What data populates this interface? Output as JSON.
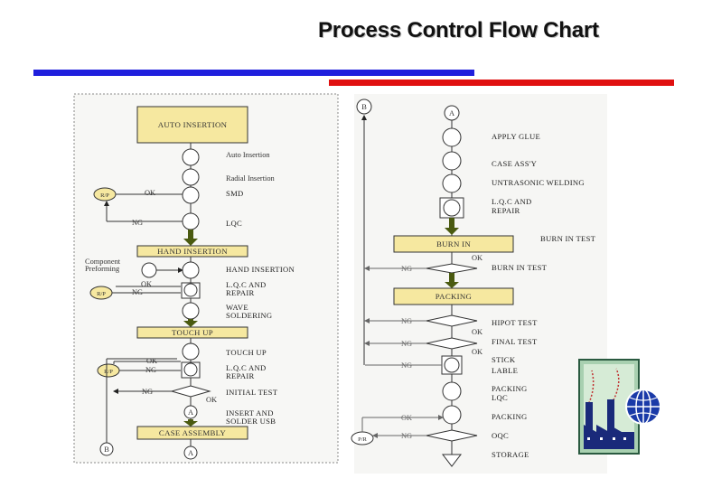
{
  "title": "Process Control Flow Chart",
  "colors": {
    "blue_bar": "#1f1fdd",
    "red_bar": "#e01010",
    "stage_box": "#f6e8a0",
    "arrow": "#4a5a10"
  },
  "left": {
    "auto_insertion": "AUTO INSERTION",
    "auto_insertion_step": "Auto Insertion",
    "radial_insertion": "Radial Insertion",
    "smd": "SMD",
    "lqc": "LQC",
    "ok": "OK",
    "ng": "NG",
    "rp": "R/P",
    "hand_insertion_box": "HAND INSERTION",
    "component_preforming_1": "Component",
    "component_preforming_2": "Preforming",
    "hand_insertion": "HAND INSERTION",
    "lqc_repair_1": "L.Q.C AND",
    "lqc_repair_2": "REPAIR",
    "wave_1": "WAVE",
    "wave_2": "SOLDERING",
    "touch_up_box": "TOUCH UP",
    "touch_up": "TOUCH UP",
    "initial_test": "INITIAL TEST",
    "insert_solder_1": "INSERT AND",
    "insert_solder_2": "SOLDER USB",
    "case_assembly": "CASE ASSEMBLY",
    "conn_a": "A",
    "conn_b": "B"
  },
  "right": {
    "conn_a": "A",
    "conn_b": "B",
    "apply_glue": "APPLY GLUE",
    "case_assy": "CASE ASS'Y",
    "ultrasonic": "UNTRASONIC WELDING",
    "lqc_repair_1": "L.Q.C AND",
    "lqc_repair_2": "REPAIR",
    "burn_in_box": "BURN IN",
    "burn_in_test_1": "BURN IN TEST",
    "burn_in_test_2": "BURN IN TEST",
    "packing_box": "PACKING",
    "hipot_test": "HIPOT TEST",
    "final_test": "FINAL TEST",
    "stick_1": "STICK",
    "stick_2": "LABLE",
    "packing_lqc_1": "PACKING",
    "packing_lqc_2": "LQC",
    "packing": "PACKING",
    "oqc": "OQC",
    "storage": "STORAGE",
    "ok": "OK",
    "ng": "NG",
    "pr": "P/R"
  }
}
